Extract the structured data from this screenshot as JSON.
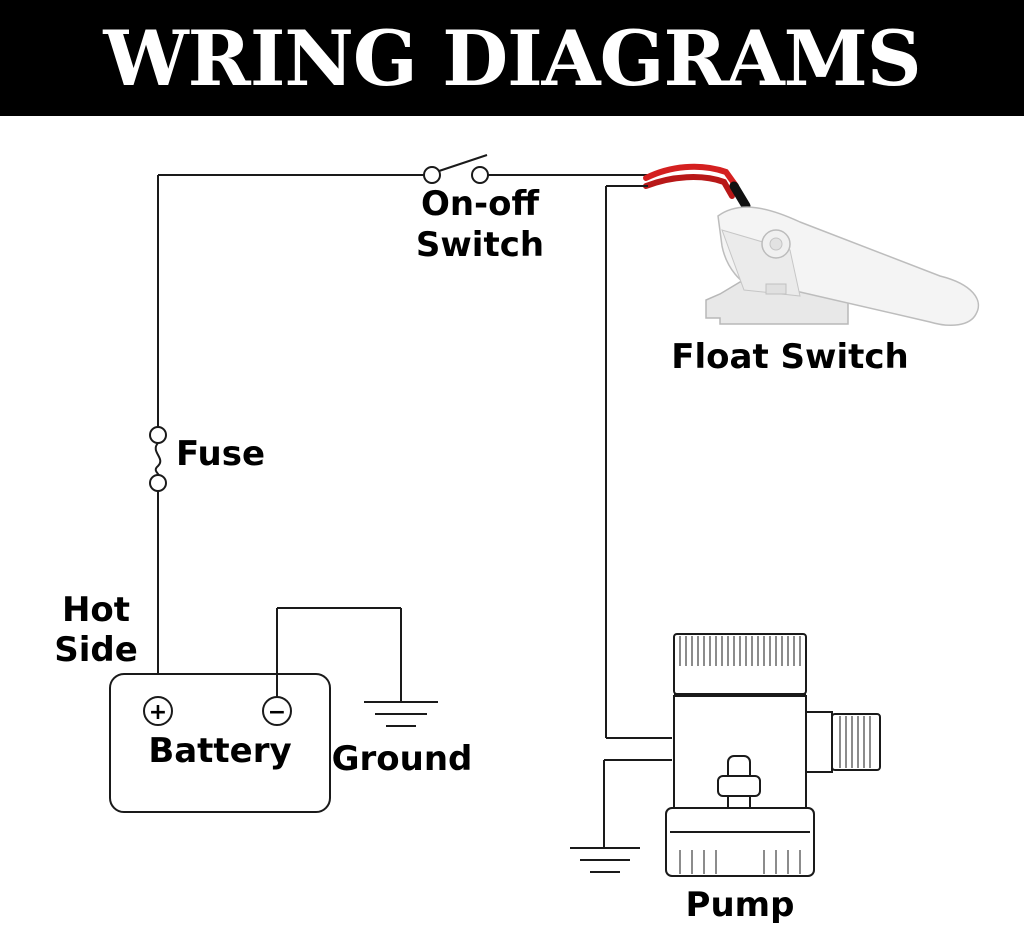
{
  "title": "WRING DIAGRAMS",
  "labels": {
    "on_off_switch_line1": "On-off",
    "on_off_switch_line2": "Switch",
    "float_switch": "Float Switch",
    "fuse": "Fuse",
    "hot_side_line1": "Hot",
    "hot_side_line2": "Side",
    "battery": "Battery",
    "ground": "Ground",
    "pump": "Pump",
    "battery_plus": "+",
    "battery_minus": "−"
  },
  "colors": {
    "banner_bg": "#000000",
    "banner_text": "#ffffff",
    "wire": "#1a1a1a",
    "float_wire": "#d42020",
    "float_switch_body": "#f2f2f2"
  }
}
